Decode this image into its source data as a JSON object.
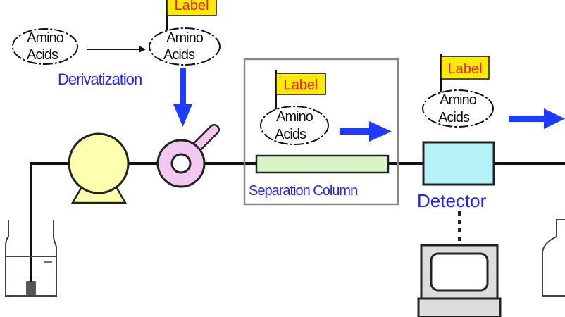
{
  "labels": {
    "amino_line1": "Amino",
    "amino_line2": "Acids",
    "flag": "Label",
    "derivatization": "Derivatization",
    "separation_column": "Separation Column",
    "detector": "Detector"
  },
  "colors": {
    "flow_arrow": "#1e3cff",
    "label_text": "#2222ff",
    "flag_fill": "#ffea00",
    "flag_text": "#ff1a1a",
    "pump_fill": "#ffffb0",
    "injector_fill": "#f2c8f0",
    "column_fill": "#d8f5c8",
    "detector_fill": "#b4f2f8",
    "pipe": "#111111"
  }
}
